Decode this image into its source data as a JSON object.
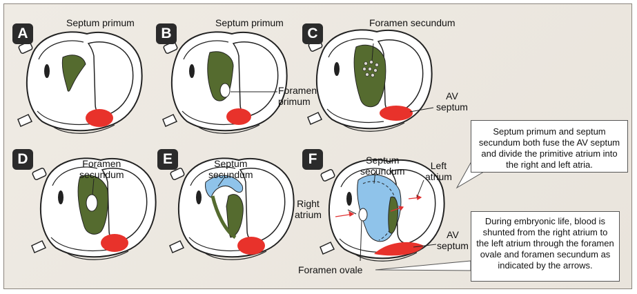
{
  "panels": [
    {
      "letter": "A",
      "labels": {
        "septum_primum": "Septum primum"
      }
    },
    {
      "letter": "B",
      "labels": {
        "septum_primum": "Septum primum",
        "foramen_primum": "Foramen\nprimum"
      }
    },
    {
      "letter": "C",
      "labels": {
        "foramen_secundum": "Foramen secundum",
        "av_septum": "AV\nseptum"
      }
    },
    {
      "letter": "D",
      "labels": {
        "foramen_secundum": "Foramen\nsecundum"
      }
    },
    {
      "letter": "E",
      "labels": {
        "septum_secundum": "Septum\nsecundum"
      }
    },
    {
      "letter": "F",
      "labels": {
        "septum_secundum": "Septum\nsecundum",
        "left_atrium": "Left\natrium",
        "right_atrium": "Right\natrium",
        "av_septum": "AV\nseptum",
        "foramen_ovale": "Foramen ovale"
      }
    }
  ],
  "notes": {
    "fusion": "Septum primum and septum secundum both fuse the AV septum and divide the primitive atrium into the right and left atria.",
    "shunt": "During embryonic life, blood is shunted from the right atrium to the left atrium through the foramen ovale and foramen secundum as indicated by the arrows."
  },
  "colors": {
    "septum_primum": "#556b2f",
    "septum_secundum": "#8fc3ea",
    "av_septum": "#e8322b",
    "arrow": "#e03030",
    "outline": "#222222"
  }
}
